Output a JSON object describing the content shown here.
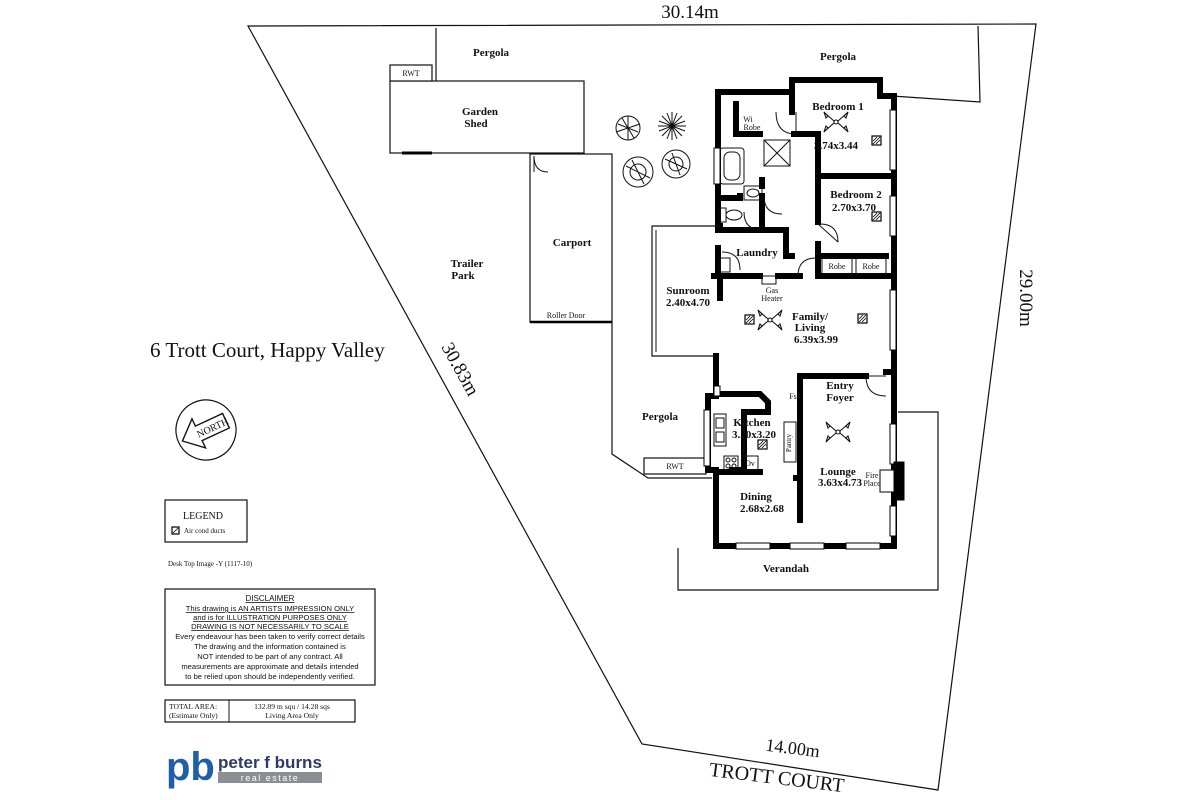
{
  "site": {
    "address": "6 Trott Court, Happy Valley",
    "dim_top": "30.14m",
    "dim_right": "29.00m",
    "dim_left": "30.83m",
    "dim_bottom": "14.00m",
    "street": "TROTT COURT",
    "north_label": "NORTH"
  },
  "labels": {
    "pergola_left": "Pergola",
    "pergola_right": "Pergola",
    "pergola_mid": "Pergola",
    "rwt_top": "RWT",
    "rwt_bottom": "RWT",
    "garden": "Garden",
    "shed": "Shed",
    "carport": "Carport",
    "roller_door": "Roller Door",
    "trailer": "Trailer",
    "park": "Park",
    "verandah": "Verandah"
  },
  "rooms": {
    "bedroom1_name": "Bedroom 1",
    "bedroom1_dim": "3.74x3.44",
    "bedroom2_name": "Bedroom 2",
    "bedroom2_dim": "2.70x3.70",
    "wi": "Wi",
    "robe_wi": "Robe",
    "robe1": "Robe",
    "robe2": "Robe",
    "laundry": "Laundry",
    "gas": "Gas",
    "heater": "Heater",
    "sunroom_name": "Sunroom",
    "sunroom_dim": "2.40x4.70",
    "family_name": "Family/",
    "family_name2": "Living",
    "family_dim": "6.39x3.99",
    "entry": "Entry",
    "foyer": "Foyer",
    "fs": "Fs",
    "kitchen_name": "Kitchen",
    "kitchen_dim": "3.20x3.20",
    "pantry": "Pantry",
    "ov": "Ov",
    "lounge_name": "Lounge",
    "lounge_dim": "3.63x4.73",
    "fire": "Fire",
    "place": "Place",
    "dining_name": "Dining",
    "dining_dim": "2.68x2.68"
  },
  "legend": {
    "title": "LEGEND",
    "item": "Air cond ducts"
  },
  "image_ref": "Desk Top Image -Y (1117-10)",
  "disclaimer": {
    "heading": "DISCLAIMER",
    "lines": [
      "This drawing is AN ARTISTS IMPRESSION ONLY",
      "and is for ILLUSTRATION PURPOSES ONLY",
      "DRAWING IS NOT NECESSARILY TO SCALE",
      "Every endeavour has been taken to verify correct details",
      "The drawing and the information contained is",
      "NOT intended to be part of any contract. All",
      "measurements are approximate and details intended",
      "to be relied upon should be independently verified."
    ]
  },
  "area": {
    "label1": "TOTAL AREA:",
    "label2": "(Estimate Only)",
    "value1": "132.89 m squ /  14.28 sqs",
    "value2": "Living Area Only"
  },
  "brand": {
    "monogram": "pb",
    "name": "peter f burns",
    "tagline": "real estate",
    "colors": {
      "blue": "#1f5fa8",
      "navy": "#2d3c66",
      "grey": "#8a8f96"
    }
  }
}
